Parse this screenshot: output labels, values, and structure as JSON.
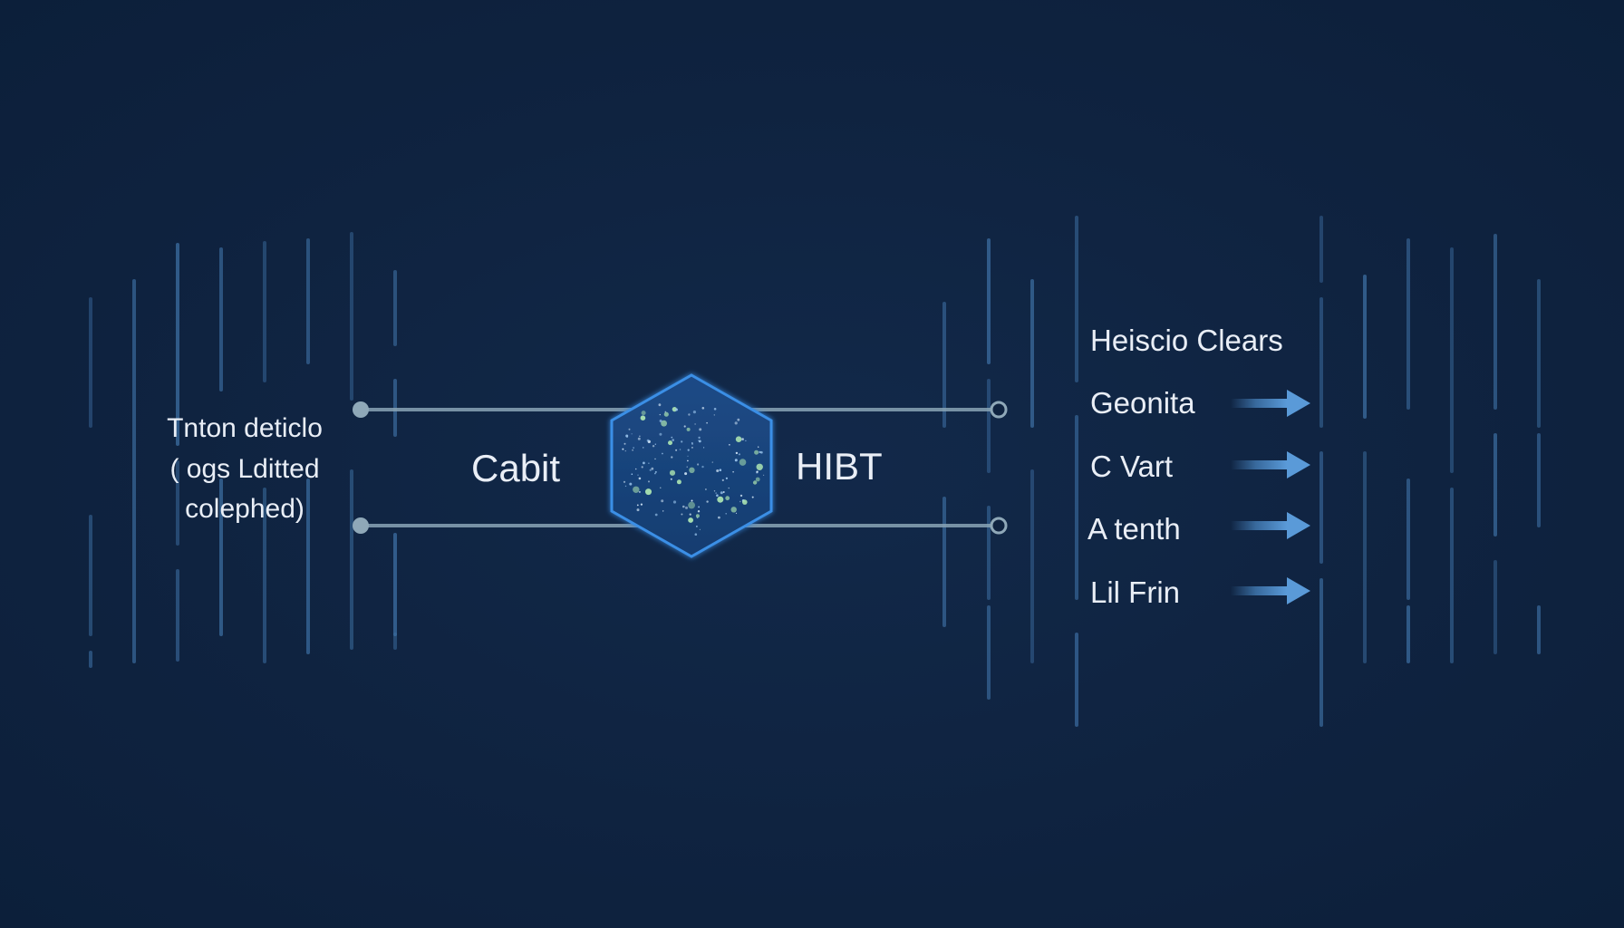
{
  "colors": {
    "background": "#0f2340",
    "stripe": "#3d6fa3",
    "connector": "#8aa4b6",
    "node": "#8fa8b8",
    "hexagon_fill": "#1d4f8e",
    "hexagon_stroke": "#3b8fe6",
    "arrow": "#4e8fce",
    "text": "#e9eef6"
  },
  "left_note": {
    "line1": "Tnton deticlo",
    "line2": "( ogs Lditted",
    "line3": "colephed)"
  },
  "center": {
    "left_label": "Cabit",
    "right_label": "HIBT",
    "hexagon_icon": "starfield-hexagon-icon"
  },
  "right_list": {
    "heading": "Heiscio Clears",
    "items": [
      {
        "label": "Geonita",
        "icon": "arrow-right-icon"
      },
      {
        "label": "C Vart",
        "icon": "arrow-right-icon"
      },
      {
        "label": "A tenth",
        "icon": "arrow-right-icon"
      },
      {
        "label": "Lil Frin",
        "icon": "arrow-right-icon"
      }
    ]
  }
}
